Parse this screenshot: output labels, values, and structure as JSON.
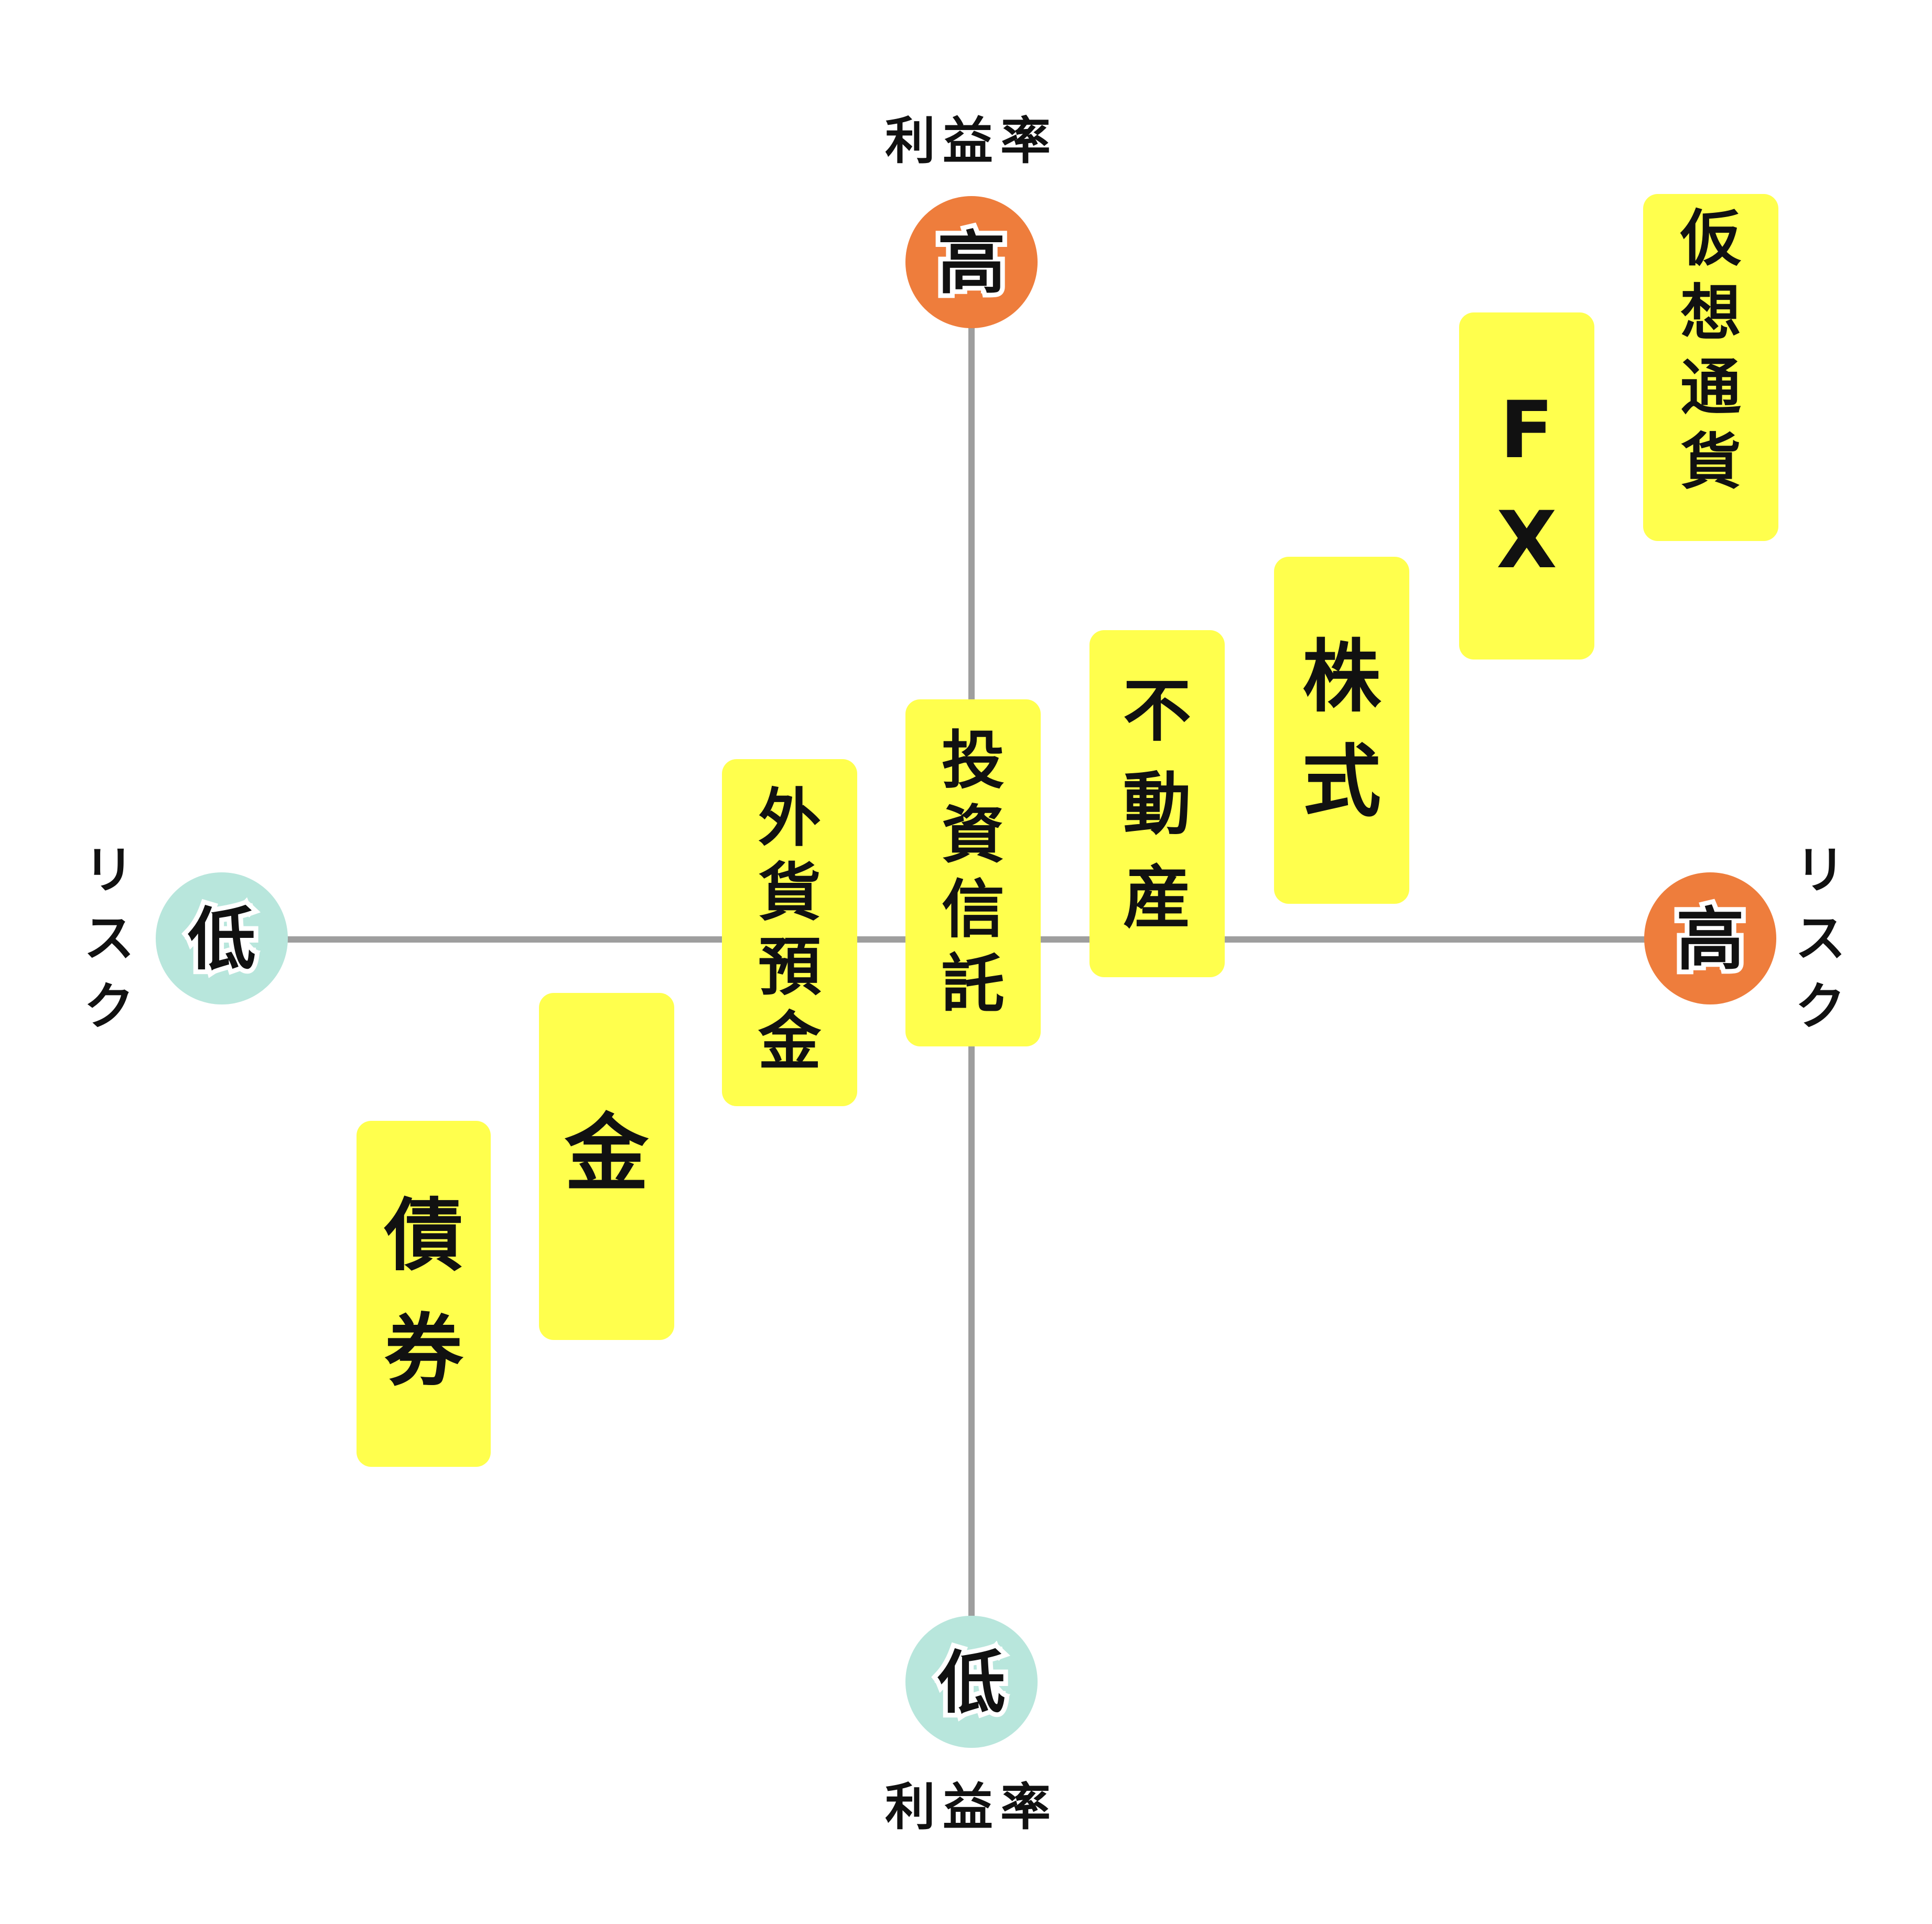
{
  "axes": {
    "y_label_top": "利益率",
    "y_label_bottom": "利益率",
    "x_label_left": "リスク",
    "x_label_right": "リスク"
  },
  "badges": {
    "top": "高",
    "bottom": "低",
    "left": "低",
    "right": "高"
  },
  "assets": [
    "債券",
    "金",
    "外貨預金",
    "投資信託",
    "不動産",
    "株式",
    "FX",
    "仮想通貨"
  ],
  "colors": {
    "high": "#EE7D3C",
    "low": "#B8E6DC",
    "box": "#FFFF4D",
    "axis": "#9E9E9E"
  }
}
